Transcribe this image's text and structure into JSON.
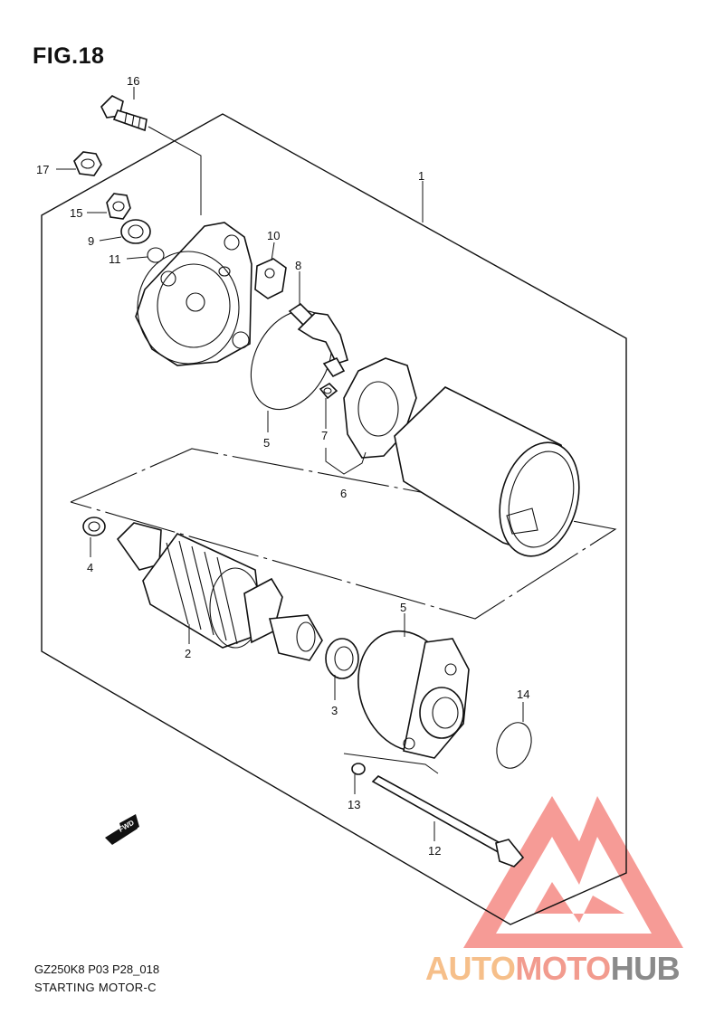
{
  "figure": {
    "title": "FIG.18",
    "code": "GZ250K8 P03 P28_018",
    "caption": "STARTING MOTOR-C"
  },
  "callouts": [
    {
      "id": "1",
      "label": "1"
    },
    {
      "id": "2",
      "label": "2"
    },
    {
      "id": "3",
      "label": "3"
    },
    {
      "id": "4",
      "label": "4"
    },
    {
      "id": "5a",
      "label": "5"
    },
    {
      "id": "5b",
      "label": "5"
    },
    {
      "id": "6",
      "label": "6"
    },
    {
      "id": "7",
      "label": "7"
    },
    {
      "id": "8",
      "label": "8"
    },
    {
      "id": "9",
      "label": "9"
    },
    {
      "id": "10",
      "label": "10"
    },
    {
      "id": "11",
      "label": "11"
    },
    {
      "id": "12",
      "label": "12"
    },
    {
      "id": "13",
      "label": "13"
    },
    {
      "id": "14",
      "label": "14"
    },
    {
      "id": "15",
      "label": "15"
    },
    {
      "id": "16",
      "label": "16"
    },
    {
      "id": "17",
      "label": "17"
    }
  ],
  "direction_marker": {
    "label": "FWD",
    "icon": "fwd-arrow-icon"
  },
  "watermark": {
    "part1": "AUTO",
    "part2": "MOTO",
    "part3": "HUB",
    "colors": {
      "auto": "#f6bf8a",
      "moto": "#f29b8e",
      "hub": "#8a8a8a",
      "triangle": "#f58a84"
    }
  }
}
